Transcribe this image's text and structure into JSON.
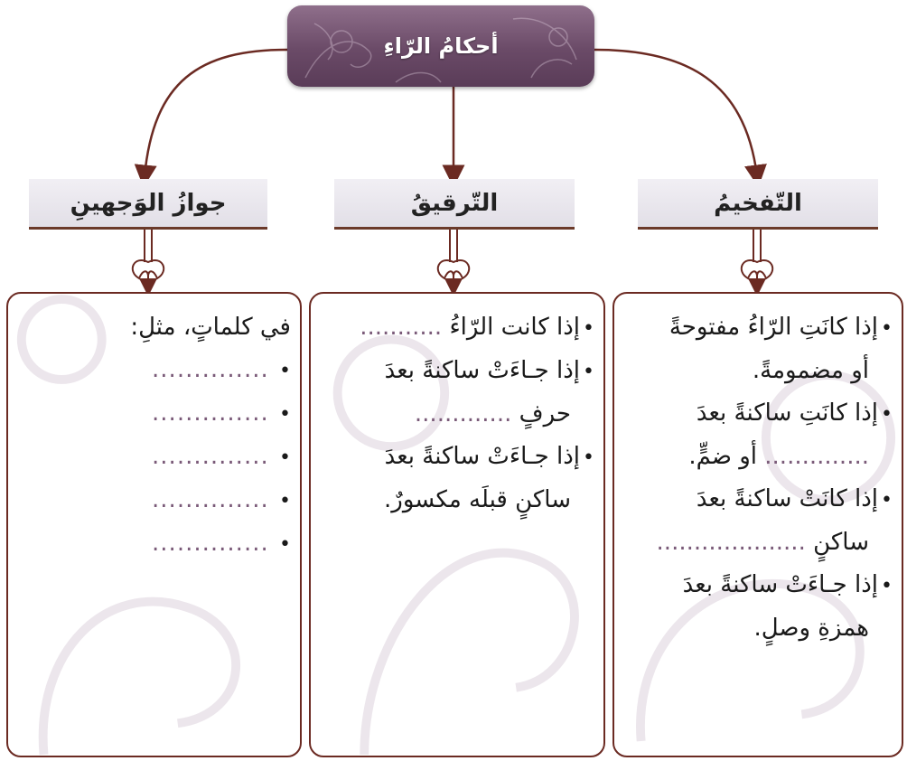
{
  "title": "أحكامُ الرّاءِ",
  "columns": [
    {
      "heading": "التّفخيمُ",
      "rules": [
        {
          "text": "إذا كانَتِ الرّاءُ مفتوحةً",
          "cont": "أو مضمومةً."
        },
        {
          "text": "إذا كانَتِ ساكنةً بعدَ",
          "cont_dots": "..............",
          "cont": "أو ضمٍّ."
        },
        {
          "text": "إذا كانَتْ ساكنةً بعدَ",
          "cont": "ساكنٍ",
          "cont_dots": "...................."
        },
        {
          "text": "إذا جـاءَتْ ساكنةً بعدَ",
          "cont": "همزةِ وصلٍ."
        }
      ]
    },
    {
      "heading": "التّرقيقُ",
      "rules": [
        {
          "text": "إذا كانت الرّاءُ",
          "dots": "..........."
        },
        {
          "text": "إذا جـاءَتْ ساكنةً بعدَ",
          "cont": "حرفٍ",
          "cont_dots": "............."
        },
        {
          "text": "إذا جـاءَتْ ساكنةً بعدَ",
          "cont": "ساكنٍ قبلَه مكسورٌ."
        }
      ]
    },
    {
      "heading": "جوازُ الوَجهينِ",
      "intro": "في كلماتٍ، مثلِ:",
      "items": [
        "..............",
        "..............",
        "..............",
        "..............",
        ".............."
      ]
    }
  ],
  "colors": {
    "title_bg": "#6a4a67",
    "arrow": "#6b2a22",
    "heading_bg": "#e2dfe7"
  }
}
